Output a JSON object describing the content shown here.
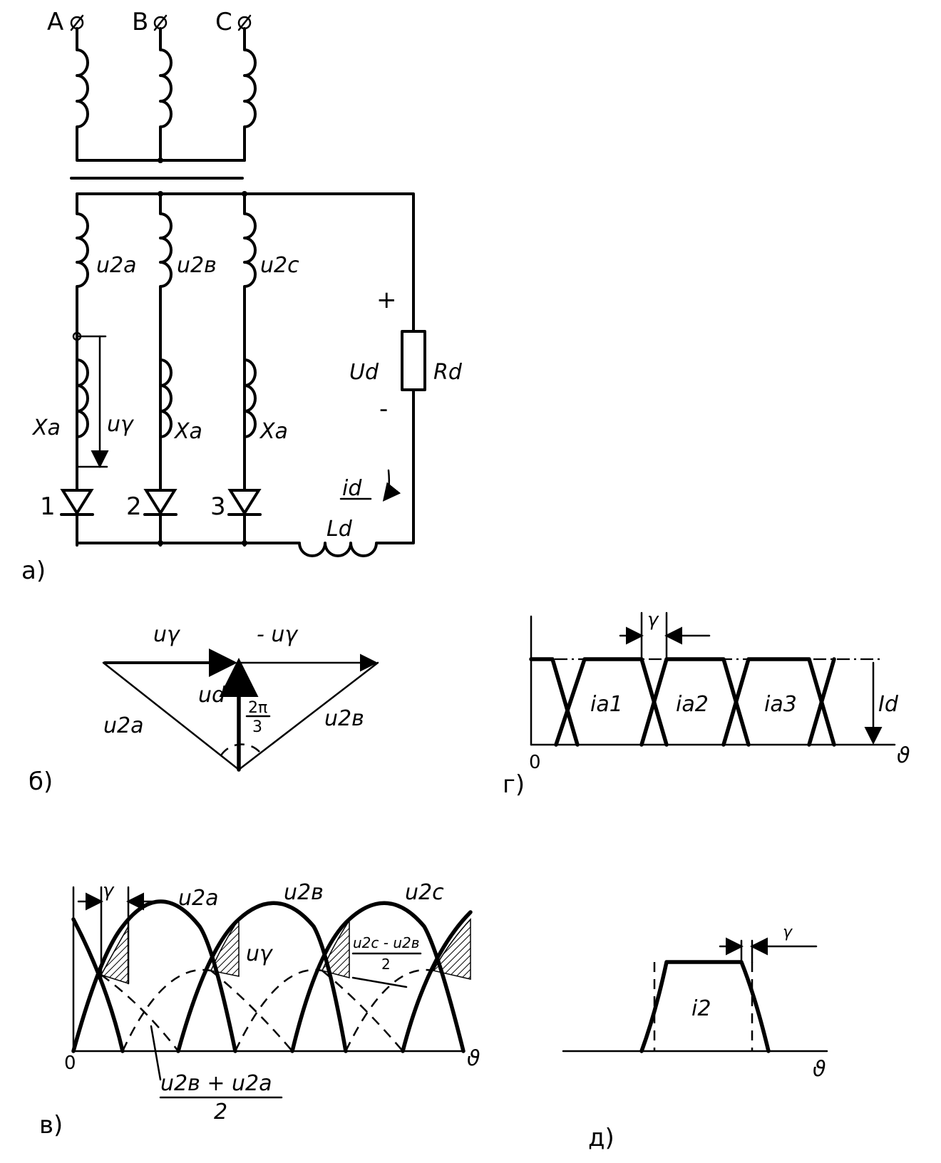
{
  "circuit": {
    "phase_terminals": [
      "A",
      "B",
      "C"
    ],
    "secondary_labels": [
      "u2a",
      "u2в",
      "u2c"
    ],
    "reactance_label": "Xa",
    "u_gamma": "uγ",
    "diode_numbers": [
      "1",
      "2",
      "3"
    ],
    "plus": "+",
    "minus": "-",
    "ud": "Ud",
    "rd": "Rd",
    "id": "id",
    "ld": "Ld",
    "panel_label": "а)"
  },
  "vector": {
    "u_gamma": "uγ",
    "minus_u_gamma": "- uγ",
    "ud": "ud",
    "angle_num": "2π",
    "angle_den": "3",
    "u2a": "u2a",
    "u2b": "u2в",
    "panel_label": "б)"
  },
  "currents": {
    "gamma": "γ",
    "ia1": "ia1",
    "ia2": "ia2",
    "ia3": "ia3",
    "Id": "Id",
    "origin": "0",
    "axis": "ϑ",
    "panel_label": "г)"
  },
  "voltages": {
    "gamma": "γ",
    "u2a": "u2a",
    "u2b": "u2в",
    "u2c": "u2c",
    "u_gamma": "uγ",
    "frac_num": "u2c - u2в",
    "frac_den": "2",
    "bottom_num": "u2в + u2a",
    "bottom_den": "2",
    "origin": "0",
    "axis": "ϑ",
    "panel_label": "в)"
  },
  "i2": {
    "gamma": "γ",
    "label": "i2",
    "axis": "ϑ",
    "panel_label": "д)"
  }
}
